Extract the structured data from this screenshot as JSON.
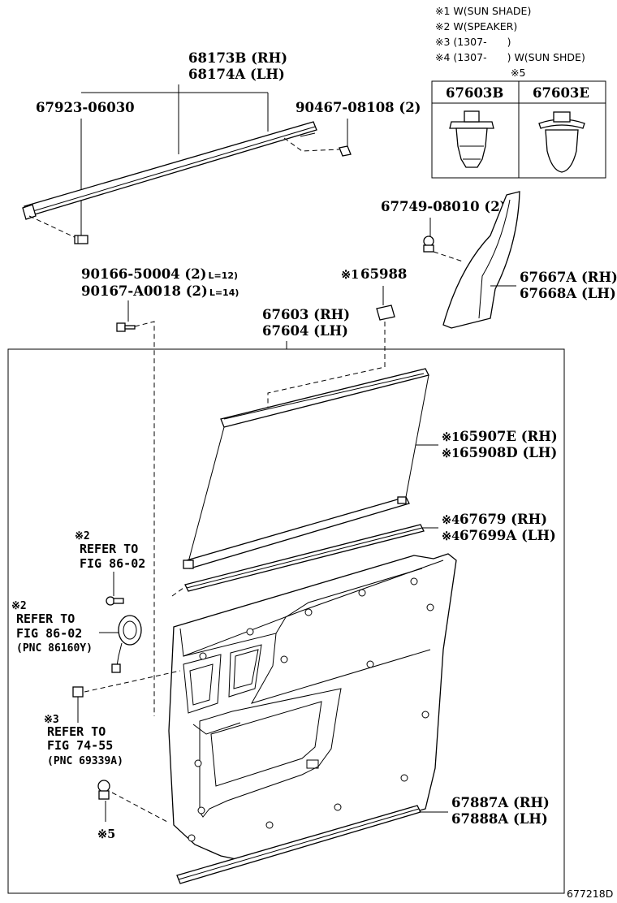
{
  "notes": {
    "n1": "※1 W(SUN SHADE)",
    "n2": "※2 W(SPEAKER)",
    "n3": "※3 (1307-　　)",
    "n4": "※4 (1307-　　) W(SUN SHDE)"
  },
  "clip_table": {
    "mark": "※5",
    "col1": "67603B",
    "col2": "67603E"
  },
  "labels": {
    "moulding_rh": "68173B (RH)",
    "moulding_lh": "68174A (LH)",
    "clip_left": "67923-06030",
    "clip_right": "90467-08108 (2)",
    "clip_pillar": "67749-08010 (2)",
    "pillar_rh": "67667A (RH)",
    "pillar_lh": "67668A (LH)",
    "screw1_code": "90166-50004 (2)",
    "screw1_len": "L=12)",
    "screw2_code": "90167-A0018 (2)",
    "screw2_len": "L=14)",
    "shade_clip_mark": "※1",
    "shade_clip": "65988",
    "board_rh": "67603 (RH)",
    "board_lh": "67604 (LH)",
    "shade_rh_mark": "※1",
    "shade_rh": "65907E (RH)",
    "shade_lh_mark": "※1",
    "shade_lh": "65908D (LH)",
    "strip_rh_mark": "※4",
    "strip_rh": "67679 (RH)",
    "strip_lh_mark": "※4",
    "strip_lh": "67699A (LH)",
    "ref1_mark": "※2",
    "ref1_l1": "REFER TO",
    "ref1_l2": "FIG 86-02",
    "ref2_mark": "※2",
    "ref2_l1": "REFER TO",
    "ref2_l2": "FIG 86-02",
    "ref2_l3": "(PNC 86160Y)",
    "ref3_mark": "※3",
    "ref3_l1": "REFER TO",
    "ref3_l2": "FIG 74-55",
    "ref3_l3": "(PNC 69339A)",
    "clip5_mark": "※5",
    "lower_rh": "67887A (RH)",
    "lower_lh": "67888A (LH)",
    "fig_code": "677218D"
  }
}
